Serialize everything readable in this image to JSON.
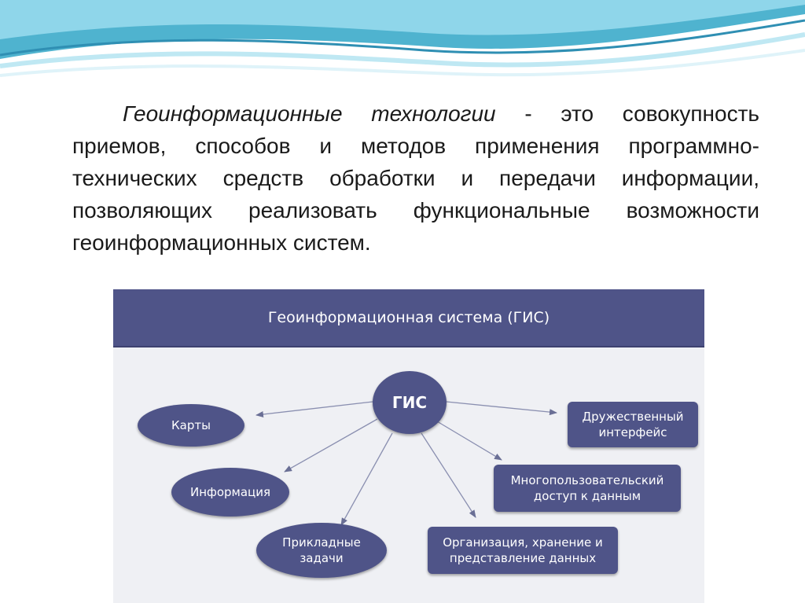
{
  "intro": {
    "term": "Геоинформационные технологии",
    "text": "- это совокупность приемов, способов и методов применения программно-технических средств обработки и передачи информации, позволяющих реализовать функциональные возможности геоинформационных систем."
  },
  "diagram": {
    "title": "Геоинформационная система (ГИС)",
    "hub": "ГИС",
    "nodes": {
      "maps": "Карты",
      "information": "Информация",
      "applied_tasks": "Прикладные задачи",
      "friendly_interface": "Дружественный интерфейс",
      "multiuser_access": "Многопользовательский доступ к данным",
      "organization": "Организация, хранение и представление данных"
    },
    "colors": {
      "header": "#4f5488",
      "node": "#4f5488",
      "background": "#eff0f4"
    }
  }
}
